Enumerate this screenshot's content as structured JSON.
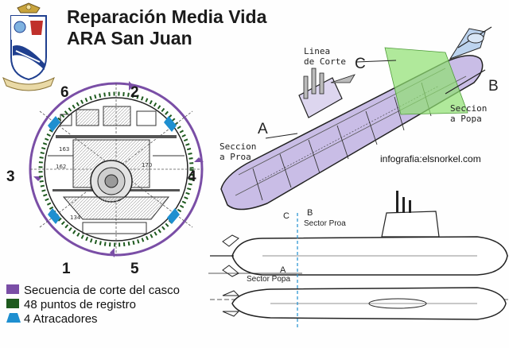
{
  "title": {
    "line1": "Reparación Media Vida",
    "line2": "ARA San Juan"
  },
  "crest": {
    "icon": "navy-crest-shield-icon",
    "colors": {
      "blue": "#1f3f8f",
      "red": "#c0302b",
      "gold": "#b89a3a"
    }
  },
  "cross_section": {
    "sequence_numbers": [
      "6",
      "2",
      "3",
      "4",
      "1",
      "5"
    ],
    "compartment_labels": [
      "163",
      "162",
      "170",
      "134"
    ],
    "ring_color": "#7a4ea6",
    "dot_color": "#1e5a1e",
    "bracket_color": "#1e8fd0"
  },
  "perspective": {
    "label_a": "A",
    "label_b": "B",
    "label_c": "C",
    "seccion_proa": "Seccion\na Proa",
    "seccion_popa": "Seccion\na Popa",
    "linea_de_corte": "Linea\nde Corte",
    "hull_tint": "#c9bde6",
    "cut_plane_color": "#8fe070"
  },
  "credit": "infografia:elsnorkel.com",
  "elevation": {
    "label_c": "C",
    "label_b": "B",
    "label_a": "A",
    "sector_proa": "Sector Proa",
    "sector_popa": "Sector Popa"
  },
  "legend": [
    {
      "label": "Secuencia de corte del casco",
      "color": "#7a4ea6"
    },
    {
      "label": "48 puntos de registro",
      "color": "#1e5a1e"
    },
    {
      "label": "4 Atracadores",
      "color": "#1e8fd0"
    }
  ]
}
